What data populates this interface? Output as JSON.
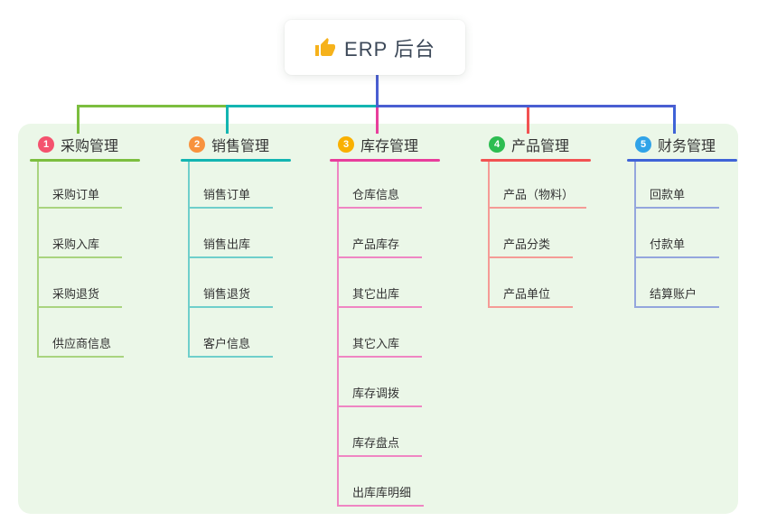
{
  "root": {
    "label": "ERP 后台",
    "icon": "thumbs-up"
  },
  "colors": {
    "canvas_bg": "#ffffff",
    "panel_bg": "#ebf7e8",
    "root_connector": "#4a5ed2",
    "root_text": "#3c4858",
    "node_text": "#333333",
    "thumb_icon": "#f6b21b"
  },
  "branches": [
    {
      "number": "1",
      "label": "采购管理",
      "badge_color": "#f4526e",
      "line_color": "#7cbe3f",
      "light_color": "#a9d47f",
      "children": [
        "采购订单",
        "采购入库",
        "采购退货",
        "供应商信息"
      ]
    },
    {
      "number": "2",
      "label": "销售管理",
      "badge_color": "#f8923e",
      "line_color": "#13b5b1",
      "light_color": "#6fcfcb",
      "children": [
        "销售订单",
        "销售出库",
        "销售退货",
        "客户信息"
      ]
    },
    {
      "number": "3",
      "label": "库存管理",
      "badge_color": "#f9b000",
      "line_color": "#e83e9c",
      "light_color": "#ef86c3",
      "children": [
        "仓库信息",
        "产品库存",
        "其它出库",
        "其它入库",
        "库存调拨",
        "库存盘点",
        "出库库明细"
      ]
    },
    {
      "number": "4",
      "label": "产品管理",
      "badge_color": "#2dbd51",
      "line_color": "#f25252",
      "light_color": "#f59b96",
      "children": [
        "产品（物料）",
        "产品分类",
        "产品单位"
      ]
    },
    {
      "number": "5",
      "label": "财务管理",
      "badge_color": "#30a3e8",
      "line_color": "#3f63d7",
      "light_color": "#94a6dd",
      "children": [
        "回款单",
        "付款单",
        "结算账户"
      ]
    }
  ]
}
